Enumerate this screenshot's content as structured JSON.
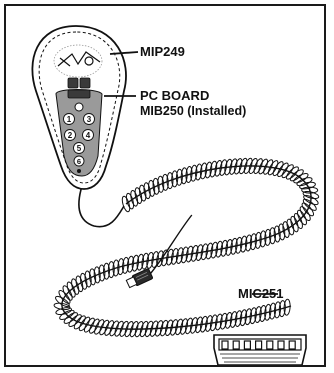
{
  "labels": {
    "pendant_part": "MIP249",
    "board_line1": "PC BOARD",
    "board_line2": "MIB250 (Installed)",
    "cord_part": "MIC251"
  },
  "keypad": {
    "keys": [
      "1",
      "2",
      "3",
      "4",
      "5",
      "6"
    ]
  },
  "colors": {
    "outline": "#111111",
    "shell": "#ffffff",
    "panel_gray": "#9a9a9a",
    "key_dark": "#3a3a3a"
  }
}
